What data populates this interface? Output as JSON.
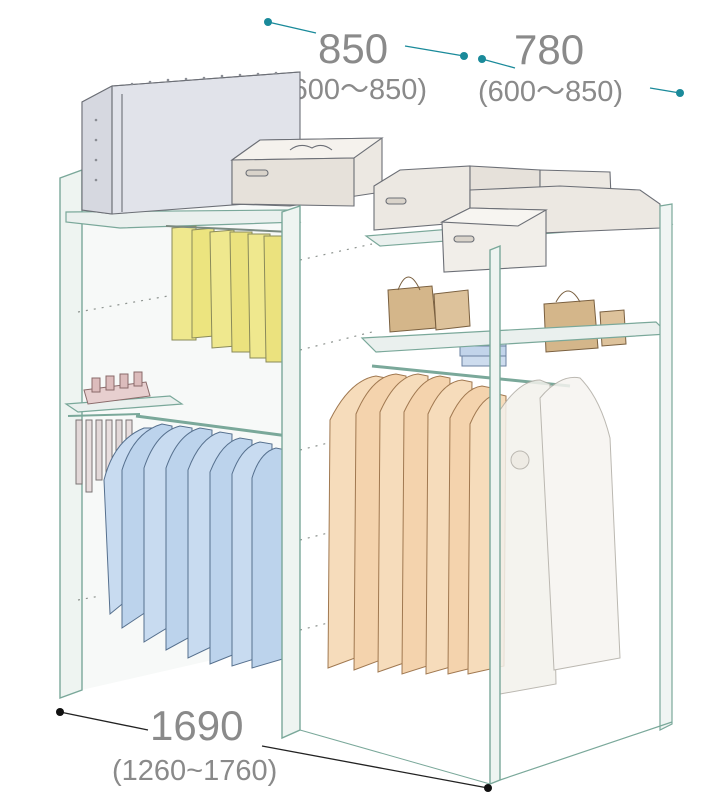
{
  "dimensions": {
    "width_left": {
      "value": "850",
      "range": "(600〜850)"
    },
    "width_right": {
      "value": "780",
      "range": "(600〜850)"
    },
    "depth": {
      "value": "1690",
      "range": "(1260~1760)"
    }
  },
  "colors": {
    "dimension_line": "#1a8a9a",
    "dimension_text": "#8a8a8a",
    "frame": "#7aa89a",
    "yellow_clothes": "#efe88e",
    "blue_shirts": "#bcd3ec",
    "beige_jackets": "#f4d3ad",
    "white_coats": "#f3f1ec",
    "storage_box": "#ece8e2",
    "bags": "#d4b68a"
  }
}
